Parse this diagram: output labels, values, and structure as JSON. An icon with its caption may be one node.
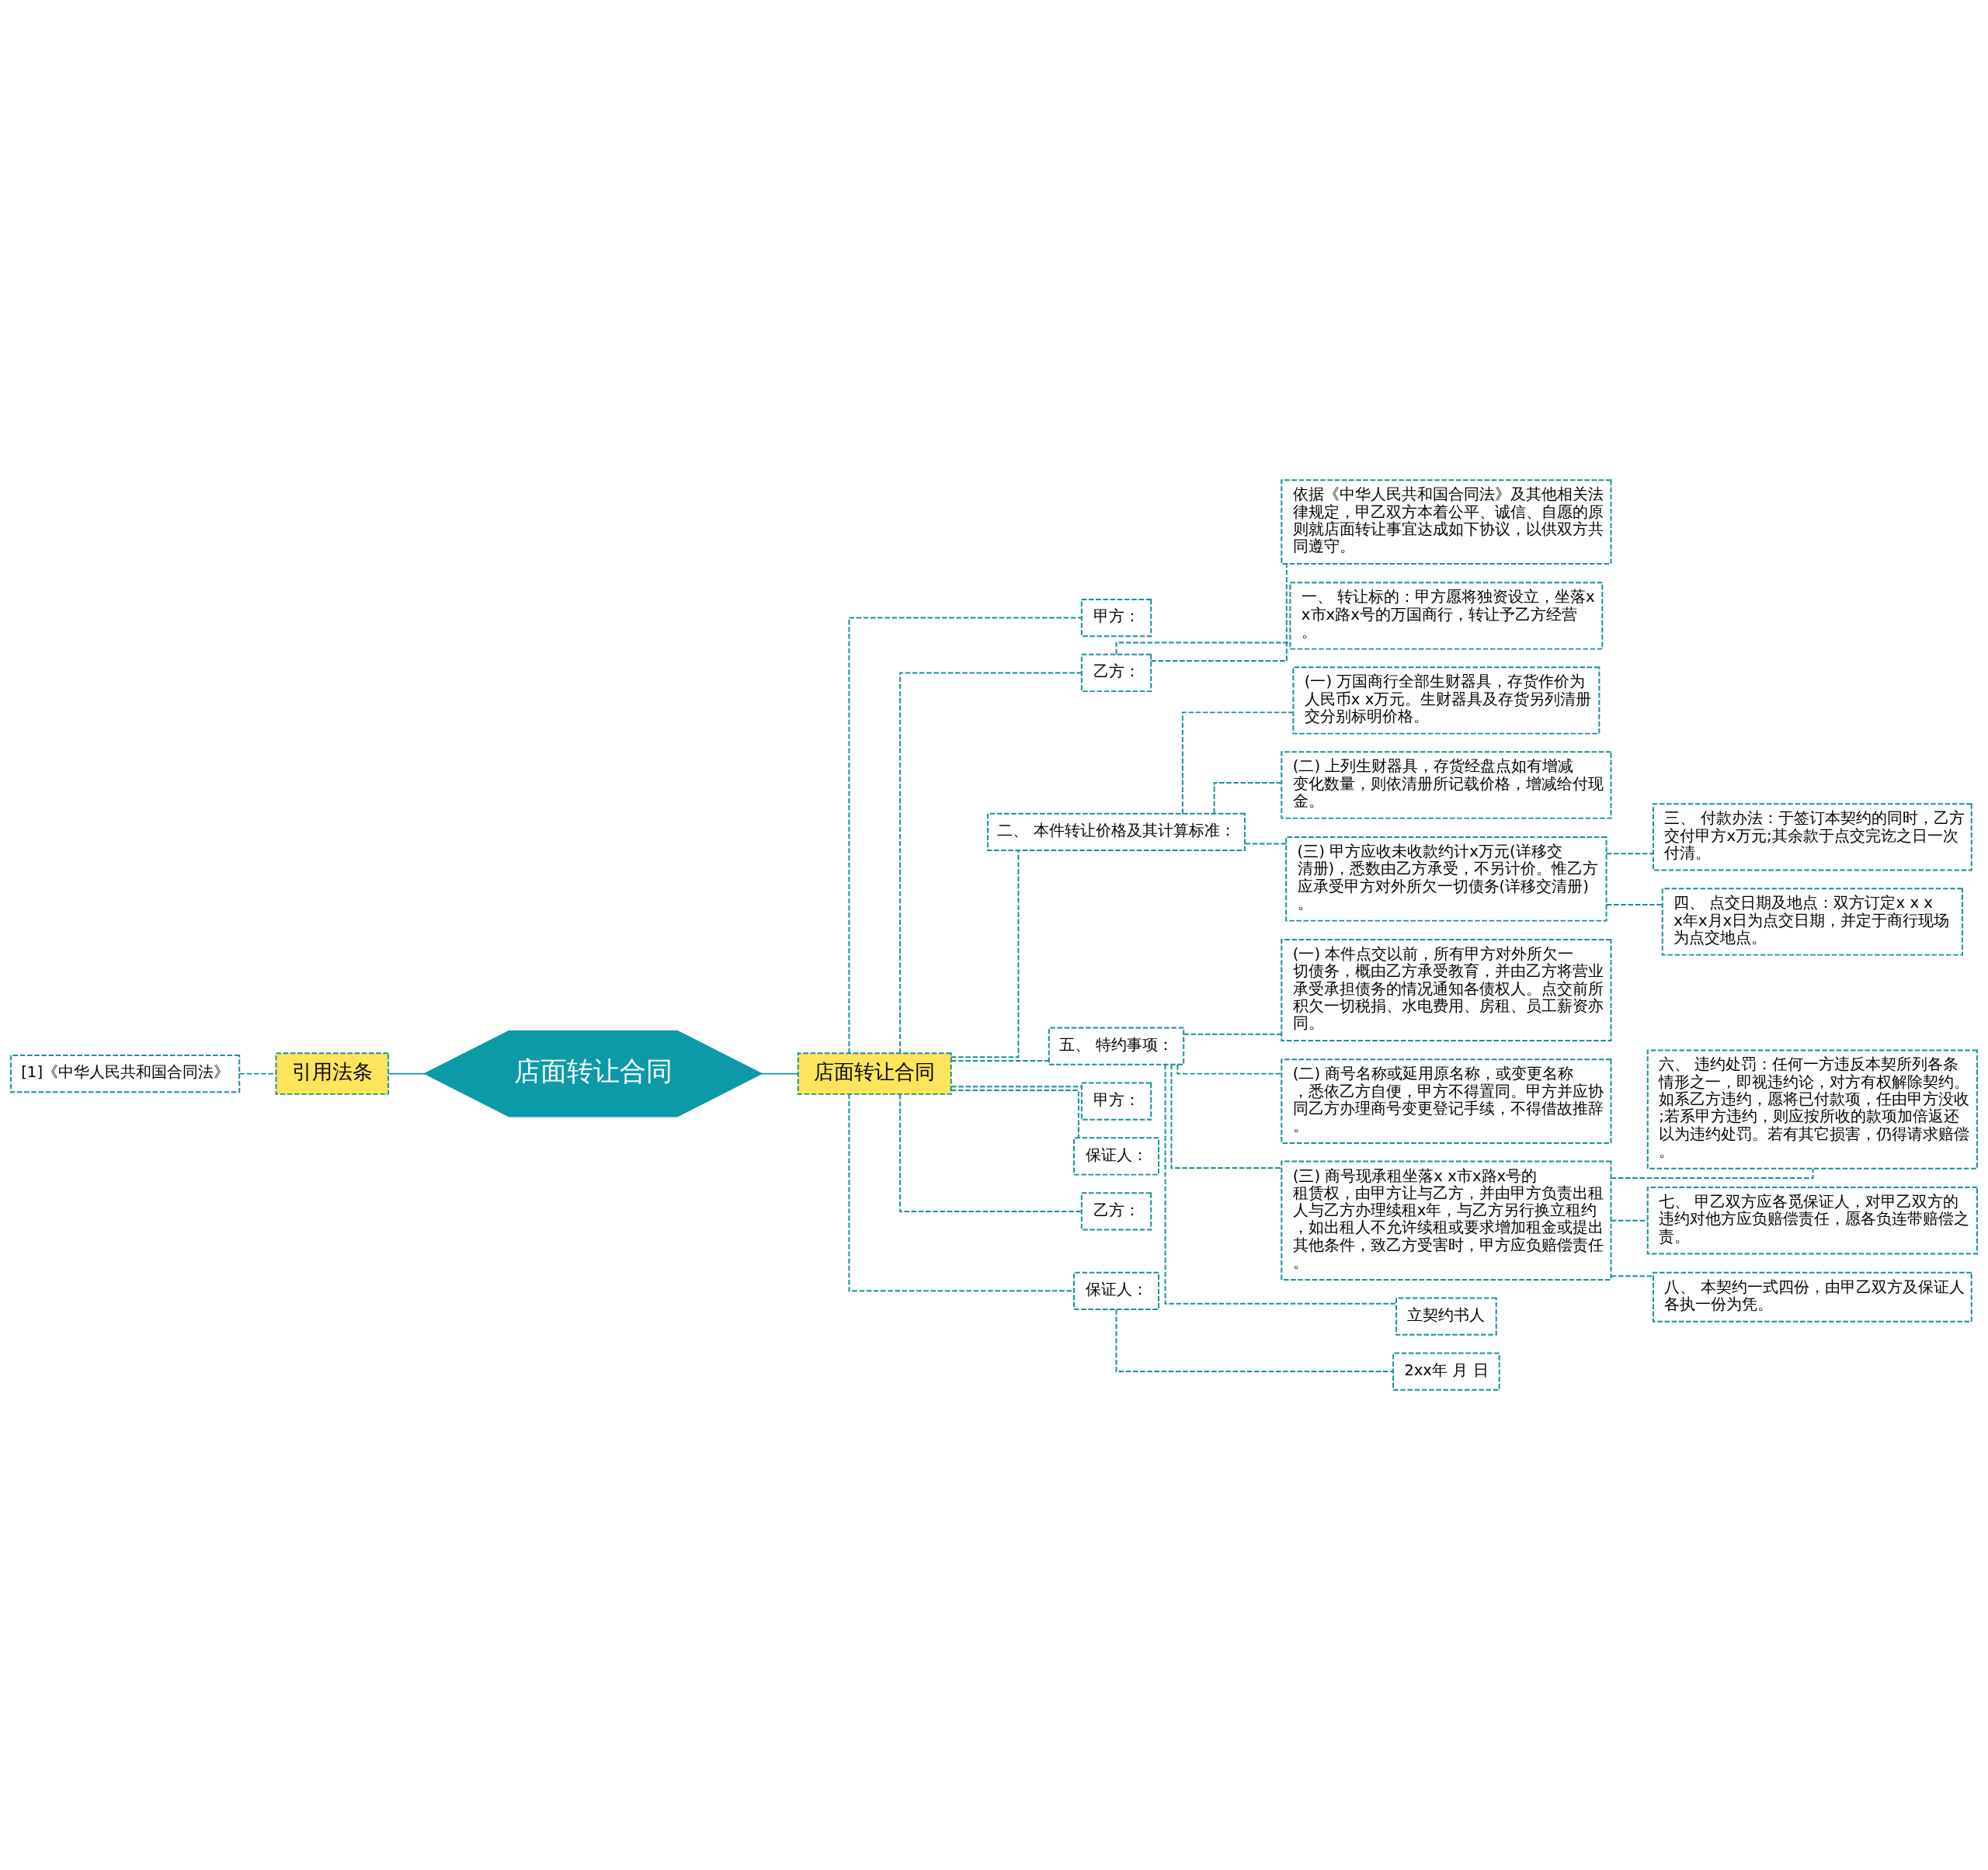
{
  "diagram": {
    "nodes": [
      {
        "text": [
          "店面转让合同"
        ]
      },
      {
        "text": [
          "引用法条"
        ]
      },
      {
        "text": [
          "[1]《中华人民共和国合同法》"
        ]
      },
      {
        "text": [
          "店面转让合同"
        ]
      },
      {
        "text": [
          "甲方："
        ]
      },
      {
        "text": [
          "乙方："
        ]
      },
      {
        "text": [
          "依据《中华人民共和国合同法》及其他相关法律规定，甲乙双方本着公平、诚信、自愿的原则就店面转让事宜达成如下协议，以供双方共同遵守。"
        ]
      },
      {
        "text": [
          "一、 转让标的：甲方愿将独资设立，坐落x x市x路x号的万国商行，转让予乙方经营。"
        ]
      },
      {
        "text": [
          "二、 本件转让价格及其计算标准："
        ]
      },
      {
        "text": [
          "(一) 万国商行全部生财器具，存货作价为人民币x x万元。生财器具及存货另列清册交分别标明价格。"
        ]
      },
      {
        "text": [
          "(二) 上列生财器具，存货经盘点如有增减变化数量，则依清册所记载价格，增减给付现金。"
        ]
      },
      {
        "text": [
          "(三) 甲方应收未收款约计x万元(详移交清册)，悉数由乙方承受，不另计价。惟乙方应承受甲方对外所欠一切债务(详移交清册)。"
        ]
      },
      {
        "text": [
          "三、 付款办法：于签订本契约的同时，乙方交付甲方x万元;其余款于点交完讫之日一次付清。"
        ]
      },
      {
        "text": [
          "四、 点交日期及地点：双方订定x x x x年x月x日为点交日期，并定于商行现场为点交地点。"
        ]
      },
      {
        "text": [
          "五、 特约事项："
        ]
      },
      {
        "text": [
          "(一) 本件点交以前，所有甲方对外所欠一切债务，概由乙方承受教育，并由乙方将营业承受承担债务的情况通知各债权人。点交前所积欠一切税捐、水电费用、房租、员工薪资亦同。"
        ]
      },
      {
        "text": [
          "(二) 商号名称或延用原名称，或变更名称，悉依乙方自便，甲方不得置同。甲方并应协同乙方办理商号变更登记手续，不得借故推辞。"
        ]
      },
      {
        "text": [
          "(三) 商号现承租坐落x x市x路x号的租赁权，由甲方让与乙方，并由甲方负责出租人与乙方办理续租x年，与乙方另行换立租约，如出租人不允许续租或要求增加租金或提出其他条件，致乙方受害时，甲方应负赔偿责任。"
        ]
      },
      {
        "text": [
          "六、 违约处罚：任何一方违反本契所列各条情形之一，即视违约论，对方有权解除契约。如系乙方违约，愿将已付款项，任由甲方没收;若系甲方违约，则应按所收的款项加倍返还以为违约处罚。若有其它损害，仍得请求赔偿。"
        ]
      },
      {
        "text": [
          "七、 甲乙双方应各觅保证人，对甲乙双方的违约对他方应负赔偿责任，愿各负连带赔偿之责。"
        ]
      },
      {
        "text": [
          "八、 本契约一式四份，由甲乙双方及保证人各执一份为凭。"
        ]
      },
      {
        "text": [
          "立契约书人"
        ]
      },
      {
        "text": [
          "甲方："
        ]
      },
      {
        "text": [
          "保证人："
        ]
      },
      {
        "text": [
          "乙方："
        ]
      },
      {
        "text": [
          "保证人："
        ]
      },
      {
        "text": [
          "2xx年 月 日"
        ]
      }
    ],
    "edges": [
      {
        "from": 2,
        "to": 1,
        "arrow": "none",
        "style": "dashed"
      },
      {
        "from": 1,
        "to": 0,
        "arrow": "none"
      },
      {
        "from": 0,
        "to": 3,
        "arrow": "none"
      },
      {
        "from": 3,
        "to": 4,
        "arrow": "none",
        "style": "dashed"
      },
      {
        "from": 3,
        "to": 5,
        "arrow": "none",
        "style": "dashed"
      },
      {
        "from": 5,
        "to": 6,
        "arrow": "none",
        "style": "dashed"
      },
      {
        "from": 5,
        "to": 7,
        "arrow": "none",
        "style": "dashed"
      },
      {
        "from": 3,
        "to": 8,
        "arrow": "none",
        "style": "dashed"
      },
      {
        "from": 8,
        "to": 9,
        "arrow": "none",
        "style": "dashed"
      },
      {
        "from": 8,
        "to": 10,
        "arrow": "none",
        "style": "dashed"
      },
      {
        "from": 8,
        "to": 11,
        "arrow": "none",
        "style": "dashed"
      },
      {
        "from": 11,
        "to": 12,
        "arrow": "none",
        "style": "dashed"
      },
      {
        "from": 11,
        "to": 13,
        "arrow": "none",
        "style": "dashed"
      },
      {
        "from": 3,
        "to": 14,
        "arrow": "none",
        "style": "dashed"
      },
      {
        "from": 14,
        "to": 15,
        "arrow": "none",
        "style": "dashed"
      },
      {
        "from": 14,
        "to": 16,
        "arrow": "none",
        "style": "dashed"
      },
      {
        "from": 14,
        "to": 17,
        "arrow": "none",
        "style": "dashed"
      },
      {
        "from": 17,
        "to": 18,
        "arrow": "none",
        "style": "dashed"
      },
      {
        "from": 17,
        "to": 19,
        "arrow": "none",
        "style": "dashed"
      },
      {
        "from": 17,
        "to": 20,
        "arrow": "none",
        "style": "dashed"
      },
      {
        "from": 14,
        "to": 21,
        "arrow": "none",
        "style": "dashed"
      },
      {
        "from": 3,
        "to": 22,
        "arrow": "none",
        "style": "dashed"
      },
      {
        "from": 3,
        "to": 23,
        "arrow": "none",
        "style": "dashed"
      },
      {
        "from": 3,
        "to": 24,
        "arrow": "none",
        "style": "dashed"
      },
      {
        "from": 3,
        "to": 25,
        "arrow": "none",
        "style": "dashed"
      },
      {
        "from": 25,
        "to": 26,
        "arrow": "none",
        "style": "dashed"
      }
    ]
  }
}
